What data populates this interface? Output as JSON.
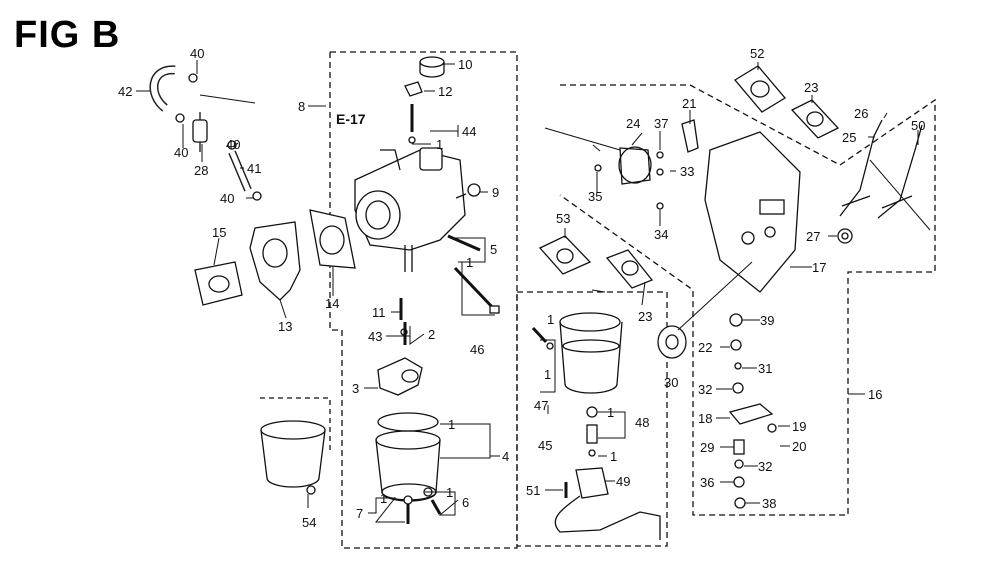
{
  "title": "FIG B",
  "reference": "E-17",
  "callouts": [
    "1",
    "2",
    "3",
    "4",
    "5",
    "6",
    "7",
    "8",
    "9",
    "10",
    "11",
    "12",
    "13",
    "14",
    "15",
    "16",
    "17",
    "18",
    "19",
    "20",
    "21",
    "22",
    "23",
    "24",
    "25",
    "26",
    "27",
    "28",
    "29",
    "30",
    "31",
    "32",
    "33",
    "34",
    "35",
    "36",
    "37",
    "38",
    "39",
    "40",
    "41",
    "42",
    "43",
    "44",
    "45",
    "46",
    "47",
    "48",
    "49",
    "50",
    "51",
    "52",
    "53",
    "54"
  ],
  "labels": {
    "n1a": "1",
    "n1b": "1",
    "n1c": "1",
    "n1d": "1",
    "n1e": "1",
    "n1f": "1",
    "n1g": "1",
    "n1h": "1",
    "n1i": "1",
    "n2": "2",
    "n3": "3",
    "n4": "4",
    "n5": "5",
    "n6": "6",
    "n7": "7",
    "n8": "8",
    "n9": "9",
    "n10": "10",
    "n11": "11",
    "n12": "12",
    "n13": "13",
    "n14": "14",
    "n15": "15",
    "n16": "16",
    "n17": "17",
    "n18": "18",
    "n19": "19",
    "n20": "20",
    "n21": "21",
    "n22": "22",
    "n23a": "23",
    "n23b": "23",
    "n24": "24",
    "n25": "25",
    "n26": "26",
    "n27": "27",
    "n28": "28",
    "n29": "29",
    "n30": "30",
    "n31": "31",
    "n32a": "32",
    "n32b": "32",
    "n33": "33",
    "n34": "34",
    "n35": "35",
    "n36": "36",
    "n37": "37",
    "n38": "38",
    "n39": "39",
    "n40a": "40",
    "n40b": "40",
    "n40c": "40",
    "n40d": "40",
    "n41": "41",
    "n42": "42",
    "n43": "43",
    "n44": "44",
    "n45": "45",
    "n46": "46",
    "n47": "47",
    "n48": "48",
    "n49": "49",
    "n50": "50",
    "n51": "51",
    "n52": "52",
    "n53": "53",
    "n54": "54"
  }
}
